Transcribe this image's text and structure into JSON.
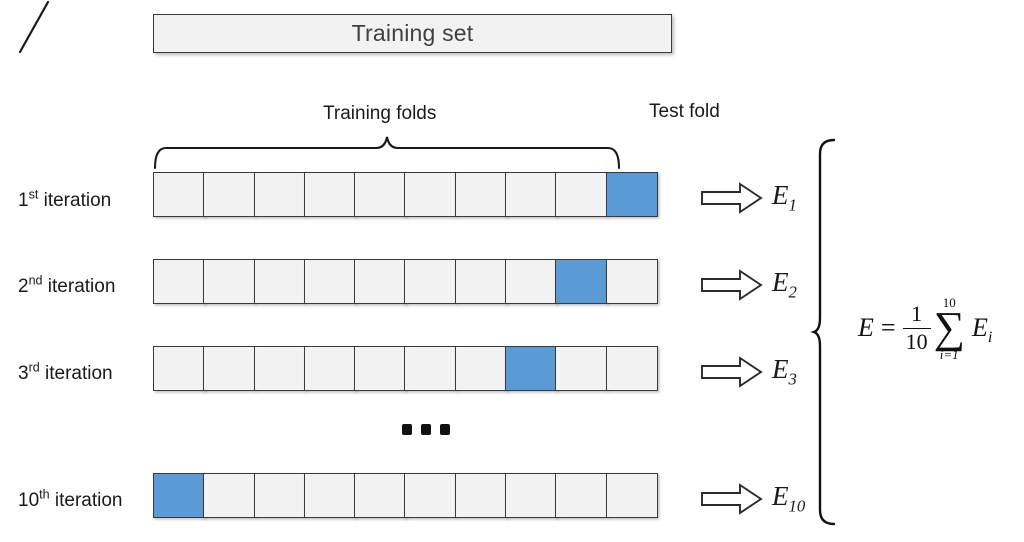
{
  "diagram": {
    "title": "Training set",
    "callouts": {
      "training_folds": "Training folds",
      "test_fold": "Test fold"
    },
    "ellipsis": "•••",
    "fold_count": 10,
    "colors": {
      "test_fold": "#5b9bd5",
      "training_fold": "#f2f2f2",
      "border": "#3a3a3a",
      "title_text": "#404040"
    },
    "rows": [
      {
        "label_number": "1",
        "label_ordinal": "st",
        "label_word": " iteration",
        "test_index": 9,
        "error_base": "E",
        "error_sub": "1",
        "arrow": "right-block-arrow"
      },
      {
        "label_number": "2",
        "label_ordinal": "nd",
        "label_word": " iteration",
        "test_index": 8,
        "error_base": "E",
        "error_sub": "2",
        "arrow": "right-block-arrow"
      },
      {
        "label_number": "3",
        "label_ordinal": "rd",
        "label_word": " iteration",
        "test_index": 7,
        "error_base": "E",
        "error_sub": "3",
        "arrow": "right-block-arrow"
      },
      {
        "label_number": "10",
        "label_ordinal": "th",
        "label_word": " iteration",
        "test_index": 0,
        "error_base": "E",
        "error_sub": "10",
        "arrow": "right-block-arrow"
      }
    ],
    "formula": {
      "lhs": "E",
      "equals": "=",
      "numerator": "1",
      "denominator": "10",
      "sigma": "∑",
      "upper_limit": "10",
      "lower_limit": "i=1",
      "term": "E",
      "term_sub": "i"
    }
  }
}
